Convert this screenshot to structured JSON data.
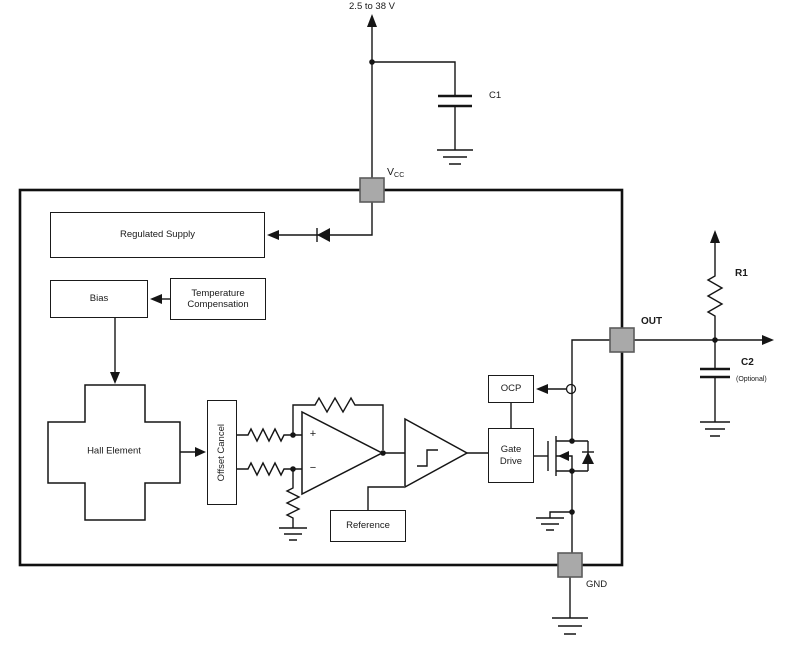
{
  "diagram": {
    "power": {
      "supply_range": "2.5 to 38 V",
      "c1": "C1",
      "vcc_main": "V",
      "vcc_sub": "CC"
    },
    "blocks": {
      "regulated_supply": "Regulated Supply",
      "bias": "Bias",
      "temperature_compensation": "Temperature Compensation",
      "hall_element": "Hall Element",
      "offset_cancel": "Offset Cancel",
      "reference": "Reference",
      "ocp": "OCP",
      "gate_drive": "Gate Drive"
    },
    "opamp": {
      "plus": "+",
      "minus": "−"
    },
    "output": {
      "out": "OUT",
      "r1": "R1",
      "c2": "C2",
      "c2_note": "(Optional)",
      "gnd": "GND"
    }
  }
}
